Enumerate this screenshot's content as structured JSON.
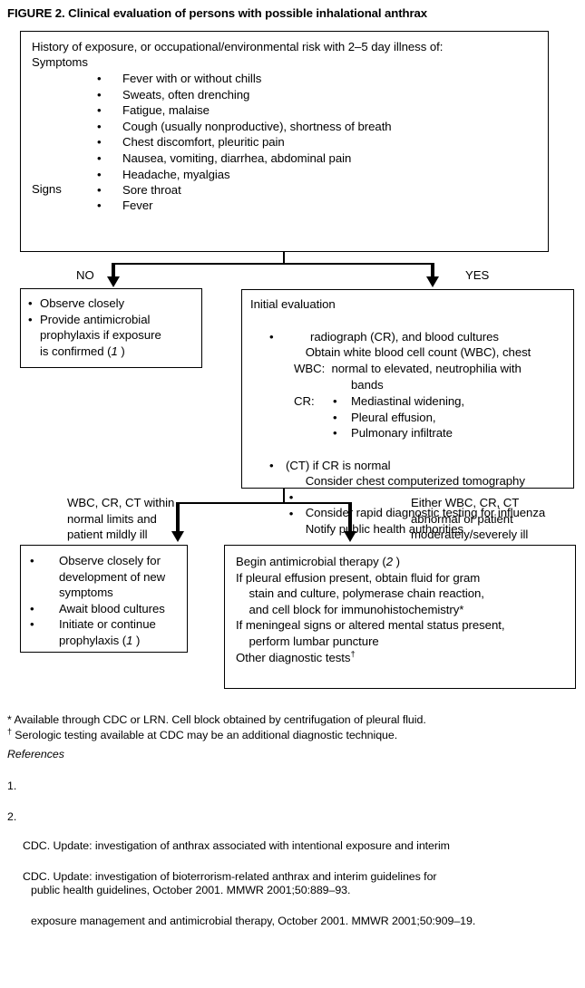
{
  "figure": {
    "title": "FIGURE 2. Clinical evaluation of persons with possible inhalational anthrax"
  },
  "chart_data": {
    "type": "flowchart",
    "title": "FIGURE 2. Clinical evaluation of persons with possible inhalational anthrax",
    "nodes": [
      {
        "id": "history",
        "label": "History of exposure, or occupational/environmental risk with 2–5 day illness of:"
      },
      {
        "id": "no-branch",
        "label": "Observe closely; Provide antimicrobial prophylaxis if exposure is confirmed (1)"
      },
      {
        "id": "initial-eval",
        "label": "Initial evaluation"
      },
      {
        "id": "mild",
        "label": "Observe closely for development of new symptoms; Await blood cultures; Initiate or continue prophylaxis (1)"
      },
      {
        "id": "severe",
        "label": "Begin antimicrobial therapy (2)"
      }
    ],
    "edges": [
      {
        "from": "history",
        "to": "no-branch",
        "label": "NO"
      },
      {
        "from": "history",
        "to": "initial-eval",
        "label": "YES"
      },
      {
        "from": "initial-eval",
        "to": "mild",
        "label": "WBC, CR, CT within normal limits and patient mildly ill"
      },
      {
        "from": "initial-eval",
        "to": "severe",
        "label": "Either WBC, CR, CT abnormal or patient moderately/severely ill"
      }
    ]
  },
  "top_box": {
    "heading_line1": "History of exposure, or occupational/environmental risk with 2–5 day illness of:",
    "heading_line2": "Symptoms",
    "symptoms": [
      "Fever with or without chills",
      "Sweats, often drenching",
      "Fatigue, malaise",
      "Cough (usually nonproductive), shortness of breath",
      "Chest discomfort, pleuritic pain",
      "Nausea, vomiting, diarrhea, abdominal pain",
      "Headache, myalgias",
      "Sore throat"
    ],
    "signs_label": "Signs",
    "signs": [
      "Fever"
    ],
    "bullet": "•"
  },
  "branch_labels": {
    "no": "NO",
    "yes": "YES",
    "mild": [
      "WBC, CR, CT within",
      "normal limits and",
      "patient mildly ill"
    ],
    "severe": [
      "Either WBC, CR, CT",
      "abnormal or patient",
      "moderately/severely ill"
    ]
  },
  "no_box": {
    "items": [
      "Observe closely",
      "Provide antimicrobial\nprophylaxis if exposure\nis confirmed (1 )"
    ],
    "bullet": "•"
  },
  "initial_box": {
    "heading": "Initial evaluation",
    "bullet1_line1": "Obtain white blood cell count (WBC), chest",
    "bullet1_line2": "radiograph (CR), and blood cultures",
    "wbc_line1": "WBC:  normal to elevated, neutrophilia with",
    "wbc_line2": "bands",
    "cr_label": "CR:",
    "cr_items": [
      "Mediastinal widening,",
      "Pleural effusion,",
      "Pulmonary infiltrate"
    ],
    "bullet2_line1": "Consider chest computerized tomography",
    "bullet2_line2": "(CT) if CR is normal",
    "bullet3": "Consider rapid diagnostic testing for influenza",
    "bullet4": "Notify public health authorities",
    "bullet": "•"
  },
  "mild_box": {
    "items": [
      "Observe closely for\ndevelopment of new\nsymptoms",
      "Await blood cultures",
      "Initiate or continue\nprophylaxis (1 )"
    ],
    "bullet": "•"
  },
  "severe_box": {
    "lines": [
      "Begin antimicrobial therapy (2 )",
      "If pleural effusion present, obtain fluid for gram",
      "    stain and culture, polymerase chain reaction,",
      "    and cell block for immunohistochemistry*",
      "If meningeal signs or altered mental status present,",
      "    perform lumbar puncture",
      "Other diagnostic tests†"
    ]
  },
  "footnotes": {
    "star": "* Available through CDC or LRN. Cell block obtained by centrifugation of pleural fluid.",
    "dagger": "† Serologic testing available at CDC may be an additional diagnostic technique."
  },
  "references": {
    "heading": "References",
    "items": [
      {
        "num": "1.",
        "line1": "CDC. Update: investigation of anthrax associated with intentional exposure and interim",
        "line2": "public health guidelines, October 2001. MMWR 2001;50:889–93."
      },
      {
        "num": "2.",
        "line1": "CDC. Update: investigation of bioterrorism-related anthrax and interim guidelines for",
        "line2": "exposure management and antimicrobial therapy, October 2001. MMWR 2001;50:909–19."
      }
    ]
  }
}
